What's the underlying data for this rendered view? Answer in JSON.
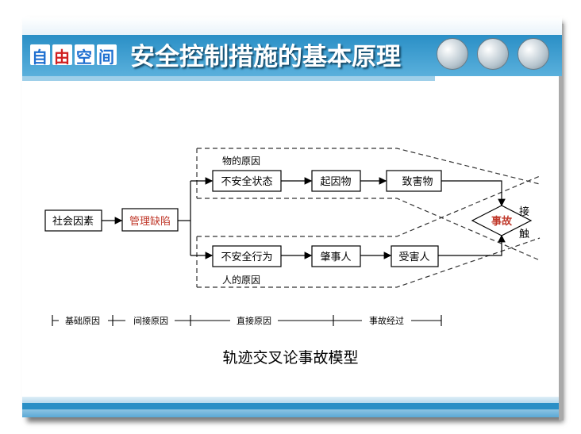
{
  "header": {
    "logo": [
      "自",
      "由",
      "空",
      "间"
    ],
    "title": "安全控制措施的基本原理",
    "icons": [
      "tower-photo-icon",
      "pylon-photo-icon",
      "airplane-photo-icon"
    ]
  },
  "diagram": {
    "caption": "轨迹交叉论事故模型",
    "nodes": {
      "social": "社会因素",
      "mgmt": "管理缺陷",
      "unsafe_state": "不安全状态",
      "cause_obj": "起因物",
      "harm_obj": "致害物",
      "unsafe_act": "不安全行为",
      "perpetrator": "肇事人",
      "victim": "受害人",
      "accident": "事故"
    },
    "labels": {
      "object_cause": "物的原因",
      "human_cause": "人的原因",
      "contact_1": "接",
      "contact_2": "触"
    },
    "timeline": [
      "基础原因",
      "间接原因",
      "直接原因",
      "事故经过"
    ]
  },
  "colors": {
    "header": "#2a8fc6",
    "accent": "#c0392b",
    "line": "#000000"
  }
}
